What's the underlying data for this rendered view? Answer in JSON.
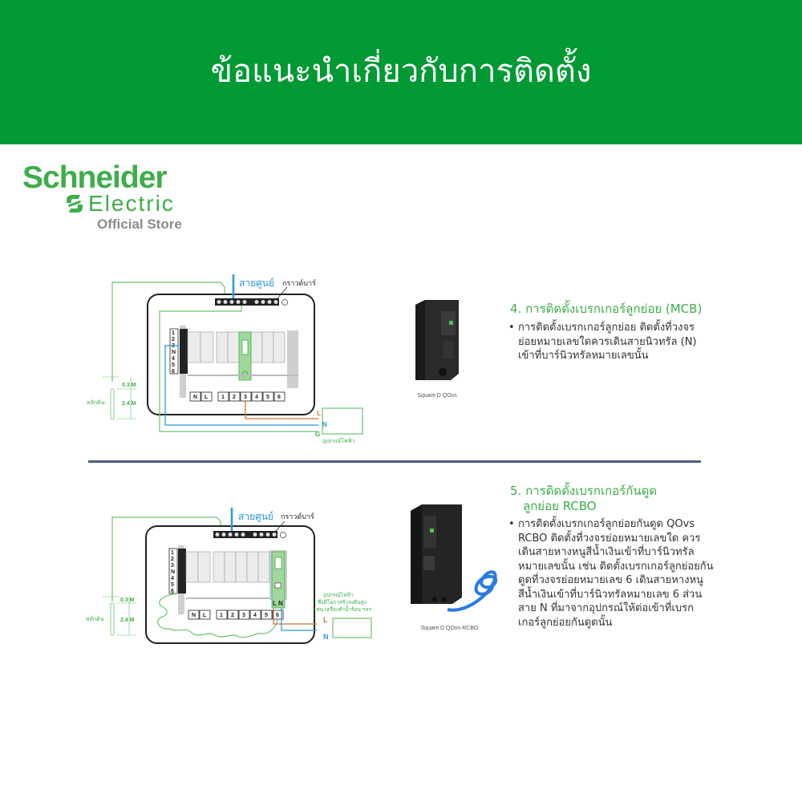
{
  "header": {
    "title": "ข้อแนะนำเกี่ยวกับการติดตั้ง",
    "background_color": "#009933"
  },
  "logo": {
    "brand": "Schneider",
    "sub_brand": "Electric",
    "store_label": "Official Store",
    "brand_color": "#3dae4a"
  },
  "sections": [
    {
      "title": "4. การติดตั้งเบรกเกอร์ลูกย่อย (MCB)",
      "body": "การติดตั้งเบรกเกอร์ลูกย่อย ติดตั้งที่วงจรย่อยหมายเลขใดควรเดินสายนิวทรัล (N) เข้าที่บาร์นิวทรัลหมายเลขนั้น",
      "product_caption": "Square D QOvs",
      "diagram": {
        "neutral_label": "สายศูนย์",
        "ground_bar_label": "กราวด์บาร์",
        "ground_rod_label": "หลักดิน",
        "depth_top": "0.3 M",
        "depth_rod": "2.4 M",
        "bar_labels": [
          "1",
          "2",
          "3",
          "N",
          "4",
          "5",
          "6"
        ],
        "terminal_labels": [
          "N",
          "L",
          "1",
          "2",
          "3",
          "4",
          "5",
          "6"
        ],
        "wire_L": "L",
        "wire_N": "N",
        "wire_G": "G",
        "appliance_label": "อุปกรณ์ไฟฟ้า"
      }
    },
    {
      "title_line1": "5. การติดตั้งเบรกเกอร์กันดูด",
      "title_line2": "ลูกย่อย RCBO",
      "body": "การติดตั้งเบรกเกอร์ลูกย่อยกันดูด QOvs RCBO ติดตั้งที่วงจรย่อยหมายเลขใด ควรเดินสายหางหนูสีน้ำเงินเข้าที่บาร์นิวทรัลหมายเลขนั้น เช่น ติดตั้งเบรกเกอร์ลูกย่อยกันดูดที่วงจรย่อยหมายเลข 6 เดินสายหางหนูสีน้ำเงินเข้าที่บาร์นิวทรัลหมายเลข 6 ส่วนสาย N ที่มาจากอุปกรณ์ให้ต่อเข้าที่เบรกเกอร์ลูกย่อยกันดูดนั้น",
      "product_caption": "Square D QOvs-RCBO",
      "diagram": {
        "neutral_label": "สายศูนย์",
        "ground_bar_label": "กราวด์บาร์",
        "ground_rod_label": "หลักดิน",
        "depth_top": "0.3 M",
        "depth_rod": "2.4 M",
        "bar_labels": [
          "1",
          "2",
          "3",
          "N",
          "4",
          "5",
          "6"
        ],
        "terminal_labels": [
          "N",
          "L",
          "1",
          "2",
          "3",
          "4",
          "5",
          "6"
        ],
        "breaker_LN": "L N",
        "wire_L": "L",
        "wire_N": "N",
        "appliance_label_1": "อุปกรณ์ไฟฟ้า",
        "appliance_label_2": "ซึ่งมีโอกาสรั่วลงดินสูง",
        "appliance_label_3": "เช่น เครื่องทำน้ำร้อน ฯลฯ"
      }
    }
  ],
  "colors": {
    "wire_live": "#c8783c",
    "wire_neutral": "#2a9ad8",
    "wire_ground": "#6cc070",
    "divider": "#4e5d80"
  }
}
